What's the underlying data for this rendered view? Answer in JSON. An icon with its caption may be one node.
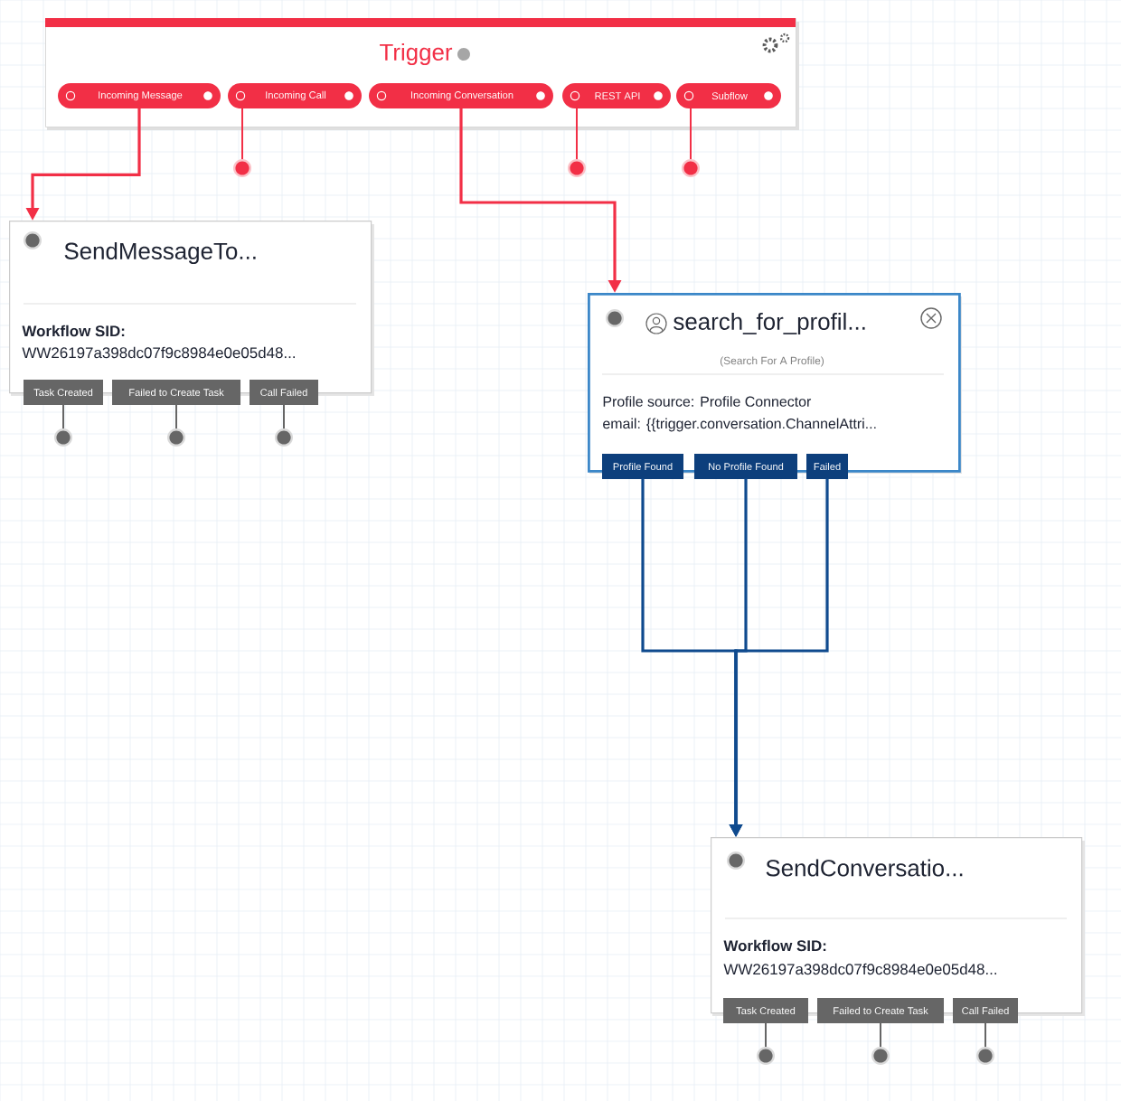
{
  "diagram": {
    "nodes": [
      {
        "text": [
          "Trigger"
        ]
      },
      {
        "text": [
          "Incoming Message"
        ],
        "in": 0
      },
      {
        "text": [
          "Incoming Call"
        ],
        "in": 0
      },
      {
        "text": [
          "Incoming Conversation"
        ],
        "in": 0
      },
      {
        "text": [
          "REST API"
        ],
        "in": 0
      },
      {
        "text": [
          "Subflow"
        ],
        "in": 0
      },
      {
        "text": [
          "SendMessageTo...",
          "Workflow SID:",
          "WW26197a398dc07f9c8984e0e05d48..."
        ]
      },
      {
        "text": [
          "Task Created"
        ],
        "in": 6
      },
      {
        "text": [
          "Failed to Create Task"
        ],
        "in": 6
      },
      {
        "text": [
          "Call Failed"
        ],
        "in": 6
      },
      {
        "text": [
          "search_for_profil...",
          "(Search For A Profile)",
          "Profile source: Profile Connector",
          "email: {{trigger.conversation.ChannelAttri..."
        ]
      },
      {
        "text": [
          "Profile Found"
        ],
        "in": 10
      },
      {
        "text": [
          "No Profile Found"
        ],
        "in": 10
      },
      {
        "text": [
          "Failed"
        ],
        "in": 10
      },
      {
        "text": [
          "SendConversatio...",
          "Workflow SID:",
          "WW26197a398dc07f9c8984e0e05d48..."
        ]
      },
      {
        "text": [
          "Task Created"
        ],
        "in": 14
      },
      {
        "text": [
          "Failed to Create Task"
        ],
        "in": 14
      },
      {
        "text": [
          "Call Failed"
        ],
        "in": 14
      }
    ],
    "edges": [
      {
        "from": 1,
        "to": 6,
        "arrow": "to",
        "color": "#f22f46"
      },
      {
        "from": 3,
        "to": 10,
        "arrow": "to",
        "color": "#f22f46"
      },
      {
        "from": 11,
        "to": 14,
        "arrow": "to"
      },
      {
        "from": 12,
        "to": 14,
        "arrow": "to"
      },
      {
        "from": 13,
        "to": 14,
        "arrow": "to"
      }
    ]
  }
}
